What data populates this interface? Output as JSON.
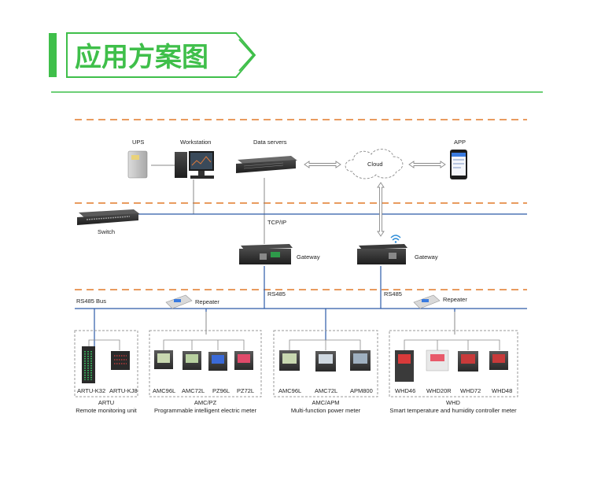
{
  "header": {
    "title": "应用方案图"
  },
  "diagram": {
    "labels": {
      "ups": "UPS",
      "workstation": "Workstation",
      "data_servers": "Data servers",
      "cloud": "Cloud",
      "app": "APP",
      "switch": "Switch",
      "tcpip": "TCP/IP",
      "gateway": "Gateway",
      "rs485_bus": "RS485 Bus",
      "rs485": "RS485",
      "repeater": "Repeater"
    },
    "groups": [
      {
        "title": "ARTU",
        "subtitle": "Remote monitoring unit",
        "devices": [
          "ARTU-K32",
          "ARTU-KJ8"
        ]
      },
      {
        "title": "AMC/PZ",
        "subtitle": "Programmable intelligent electric meter",
        "devices": [
          "AMC96L",
          "AMC72L",
          "PZ96L",
          "PZ72L"
        ]
      },
      {
        "title": "AMC/APM",
        "subtitle": "Multi-function power meter",
        "devices": [
          "AMC96L",
          "AMC72L",
          "APM800"
        ]
      },
      {
        "title": "WHD",
        "subtitle": "Smart temperature and humidity controller meter",
        "devices": [
          "WHD46",
          "WHD20R",
          "WHD72",
          "WHD48"
        ]
      }
    ]
  },
  "colors": {
    "accent_green": "#3fbf4a",
    "dash_orange": "#e27a2a",
    "bus_blue": "#2c5aa8",
    "line_gray": "#8a8a8a"
  }
}
